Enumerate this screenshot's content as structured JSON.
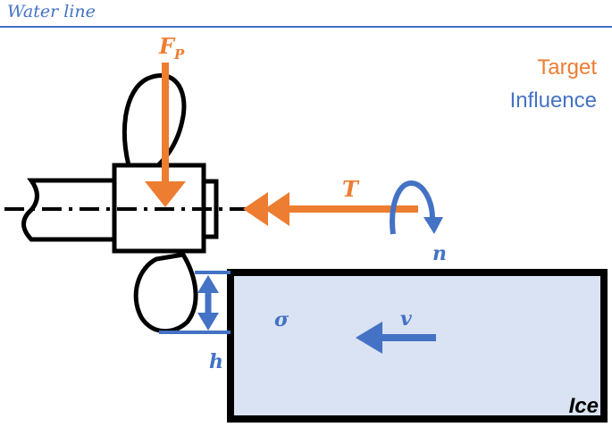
{
  "water_line_label": "Water line",
  "legend": {
    "target": "Target",
    "influence": "Influence"
  },
  "labels": {
    "force_symbol": "F",
    "force_subscript": "P",
    "thrust": "T",
    "rotation": "n",
    "depth": "h",
    "strength": "σ",
    "velocity": "v",
    "ice": "Ice"
  },
  "colors": {
    "target": "#ed7d31",
    "influence": "#4472c4",
    "ice_fill": "#dae3f3",
    "line": "#000000"
  }
}
